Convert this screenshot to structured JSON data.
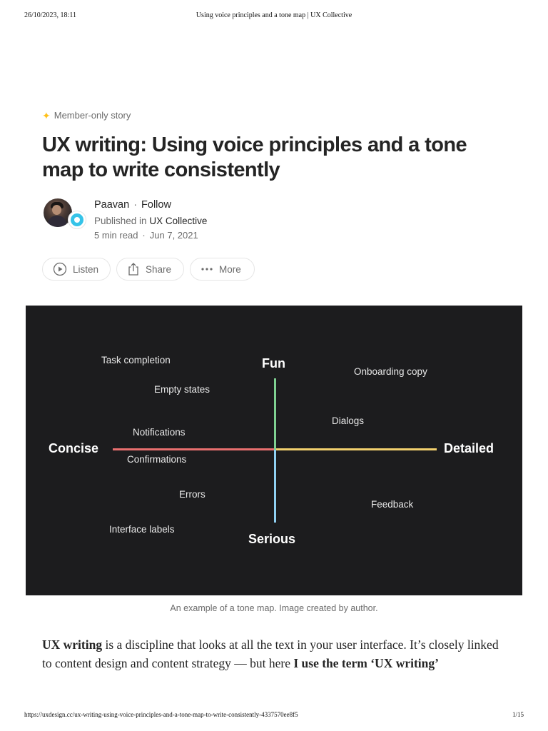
{
  "print_header": {
    "date": "26/10/2023, 18:11",
    "title": "Using voice principles and a tone map | UX Collective"
  },
  "badge": {
    "icon": "sparkle-star-icon",
    "label": "Member-only story",
    "icon_color": "#ffc017"
  },
  "article": {
    "title": "UX writing: Using voice principles and a tone map to write consistently"
  },
  "author": {
    "name": "Paavan",
    "separator": "·",
    "follow_label": "Follow",
    "published_in_label": "Published in",
    "publication": "UX Collective",
    "read_time": "5 min read",
    "date_separator": "·",
    "date": "Jun 7, 2021"
  },
  "actions": {
    "listen": {
      "label": "Listen",
      "icon": "play-circle-icon"
    },
    "share": {
      "label": "Share",
      "icon": "share-icon"
    },
    "more": {
      "label": "More",
      "icon": "more-dots-icon"
    }
  },
  "tone_map": {
    "background": "#1c1c1e",
    "axes": {
      "top": "Fun",
      "bottom": "Serious",
      "left": "Concise",
      "right": "Detailed"
    },
    "line_colors": {
      "fun": "#7ed091",
      "serious": "#8fd0f2",
      "concise": "#e86f6f",
      "detailed": "#f2d06e"
    },
    "items": [
      "Task completion",
      "Empty states",
      "Notifications",
      "Confirmations",
      "Errors",
      "Interface labels",
      "Onboarding copy",
      "Dialogs",
      "Feedback"
    ]
  },
  "caption": "An example of a tone map. Image created by author.",
  "body": {
    "part1": "UX writing",
    "part2": " is a discipline that looks at all the text in your user interface. It’s closely linked to content design and content strategy — but here ",
    "part3": "I use the term ‘UX writing’"
  },
  "print_footer": {
    "url": "https://uxdesign.cc/ux-writing-using-voice-principles-and-a-tone-map-to-write-consistently-4337570ee8f5",
    "page": "1/15"
  }
}
